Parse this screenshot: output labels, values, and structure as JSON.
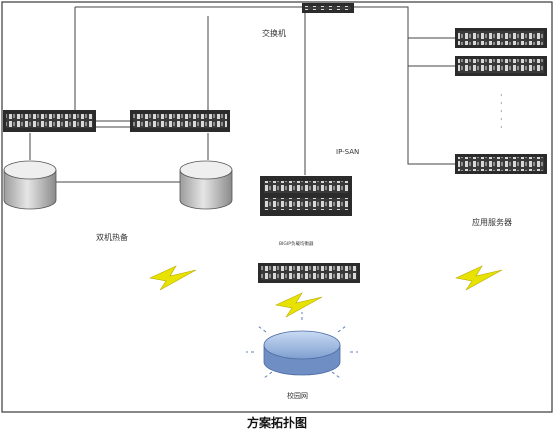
{
  "labels": {
    "switch": "交换机",
    "ipsan": "IP-SAN",
    "ha": "双机热备",
    "app_servers": "应用服务器",
    "lb": "BIGIP负载均衡器",
    "campus": "校园网",
    "dots": "·\n·\n·\n·\n·"
  },
  "caption": "方案拓扑图",
  "colors": {
    "frame": "#3a3a3a",
    "device": "#2b2b2b",
    "disk": "#c9c9c9",
    "cloud": "#a9c3e8",
    "bolt": "#e8e200"
  }
}
